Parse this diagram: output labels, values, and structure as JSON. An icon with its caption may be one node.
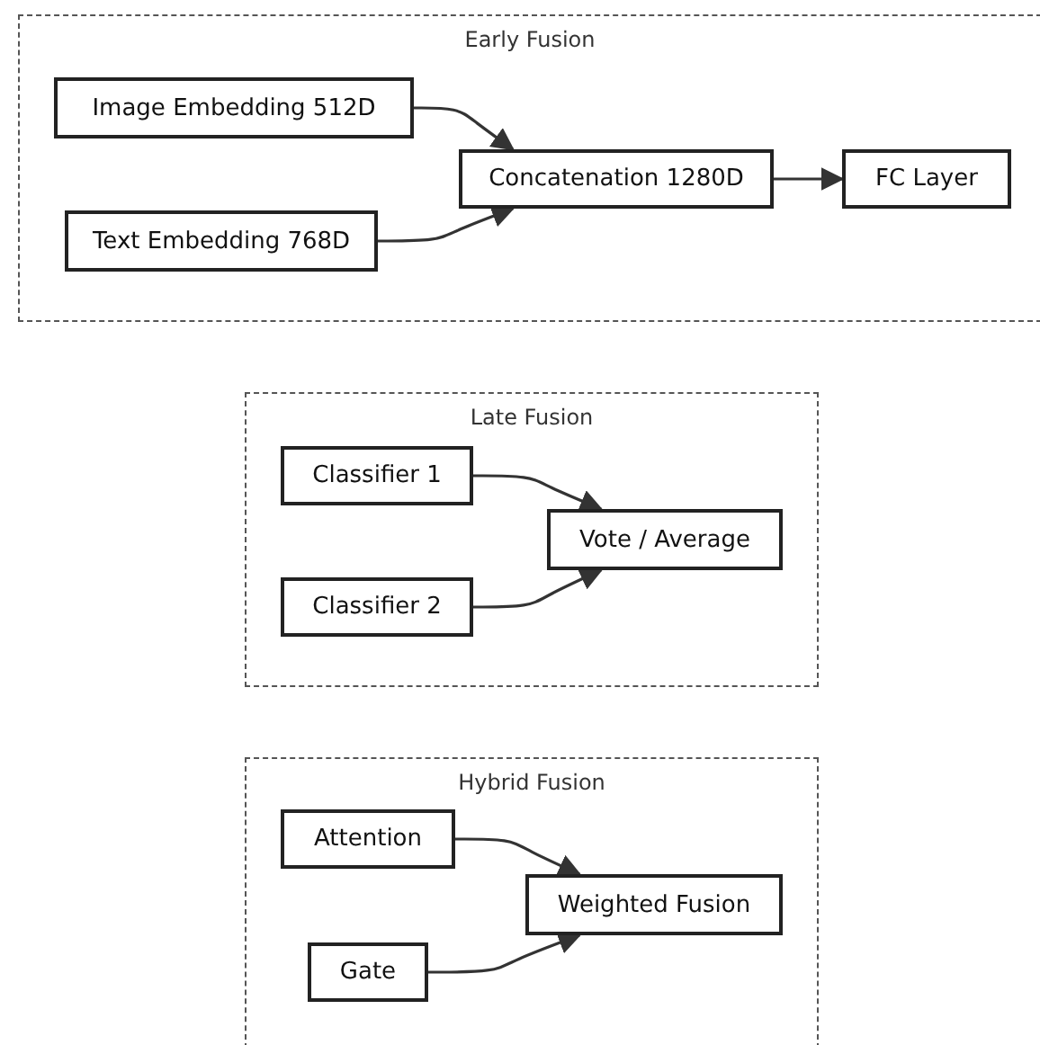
{
  "diagram": {
    "nodes": [
      {
        "text": [
          "Early Fusion"
        ]
      },
      {
        "text": [
          "Image Embedding 512D"
        ],
        "in": 0
      },
      {
        "text": [
          "Text Embedding 768D"
        ],
        "in": 0
      },
      {
        "text": [
          "Concatenation 1280D"
        ],
        "in": 0
      },
      {
        "text": [
          "FC Layer"
        ],
        "in": 0
      },
      {
        "text": [
          "Late Fusion"
        ]
      },
      {
        "text": [
          "Classifier 1"
        ],
        "in": 5
      },
      {
        "text": [
          "Classifier 2"
        ],
        "in": 5
      },
      {
        "text": [
          "Vote / Average"
        ],
        "in": 5
      },
      {
        "text": [
          "Hybrid Fusion"
        ]
      },
      {
        "text": [
          "Attention"
        ],
        "in": 9
      },
      {
        "text": [
          "Gate"
        ],
        "in": 9
      },
      {
        "text": [
          "Weighted Fusion"
        ],
        "in": 9
      }
    ],
    "edges": [
      {
        "from": 1,
        "to": 3,
        "arrow": "to"
      },
      {
        "from": 2,
        "to": 3,
        "arrow": "to"
      },
      {
        "from": 3,
        "to": 4,
        "arrow": "to"
      },
      {
        "from": 6,
        "to": 8,
        "arrow": "to"
      },
      {
        "from": 7,
        "to": 8,
        "arrow": "to"
      },
      {
        "from": 10,
        "to": 12,
        "arrow": "to"
      },
      {
        "from": 11,
        "to": 12,
        "arrow": "to"
      }
    ]
  }
}
